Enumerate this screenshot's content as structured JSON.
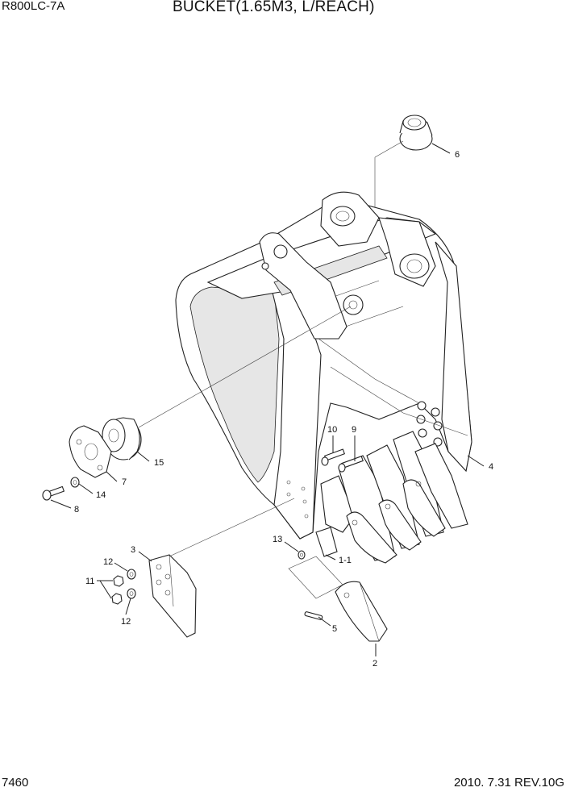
{
  "header": {
    "model": "R800LC-7A",
    "title": "BUCKET(1.65M3, L/REACH)"
  },
  "footer": {
    "page_number": "7460",
    "revision": "2010. 7.31  REV.10G"
  },
  "callouts": {
    "c6": "6",
    "c4": "4",
    "c10": "10",
    "c9": "9",
    "c15": "15",
    "c7": "7",
    "c14": "14",
    "c8": "8",
    "c13": "13",
    "c1_1": "1-1",
    "c3": "3",
    "c12a": "12",
    "c11": "11",
    "c12b": "12",
    "c5": "5",
    "c2": "2"
  }
}
